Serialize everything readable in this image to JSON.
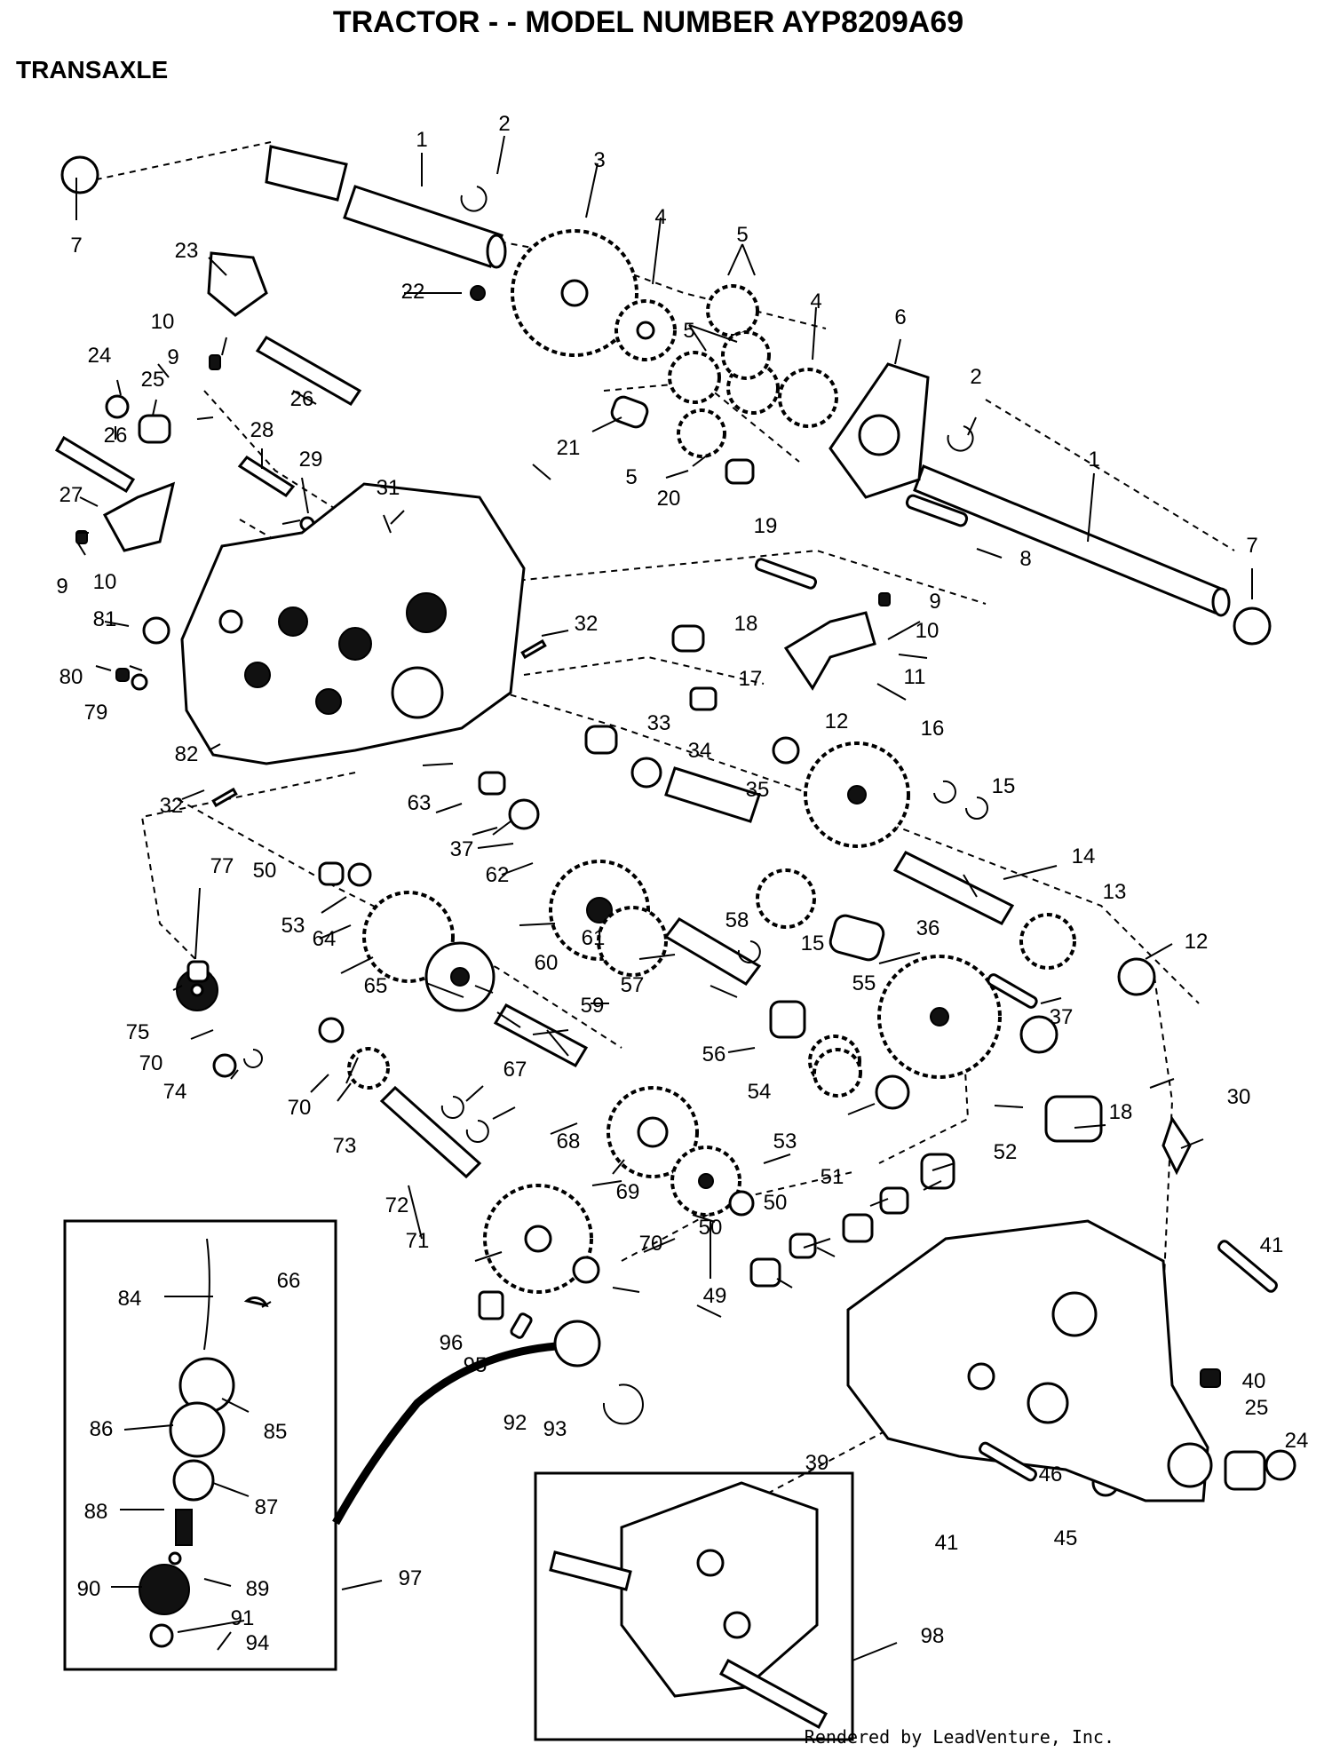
{
  "title": "TRACTOR - - MODEL NUMBER AYP8209A69",
  "subtitle": "TRANSAXLE",
  "footer": "Rendered by LeadVenture, Inc.",
  "part_labels": [
    "1",
    "2",
    "3",
    "4",
    "5",
    "6",
    "7",
    "8",
    "9",
    "10",
    "11",
    "12",
    "13",
    "14",
    "15",
    "16",
    "17",
    "18",
    "19",
    "20",
    "21",
    "22",
    "23",
    "24",
    "25",
    "26",
    "27",
    "28",
    "29",
    "30",
    "31",
    "32",
    "33",
    "34",
    "35",
    "36",
    "37",
    "39",
    "40",
    "41",
    "45",
    "46",
    "49",
    "50",
    "51",
    "52",
    "53",
    "54",
    "55",
    "56",
    "57",
    "58",
    "59",
    "60",
    "61",
    "62",
    "63",
    "64",
    "65",
    "66",
    "67",
    "68",
    "69",
    "70",
    "71",
    "72",
    "73",
    "74",
    "75",
    "77",
    "79",
    "80",
    "81",
    "82",
    "84",
    "85",
    "86",
    "87",
    "88",
    "89",
    "90",
    "91",
    "92",
    "93",
    "94",
    "95",
    "96",
    "97",
    "98"
  ]
}
